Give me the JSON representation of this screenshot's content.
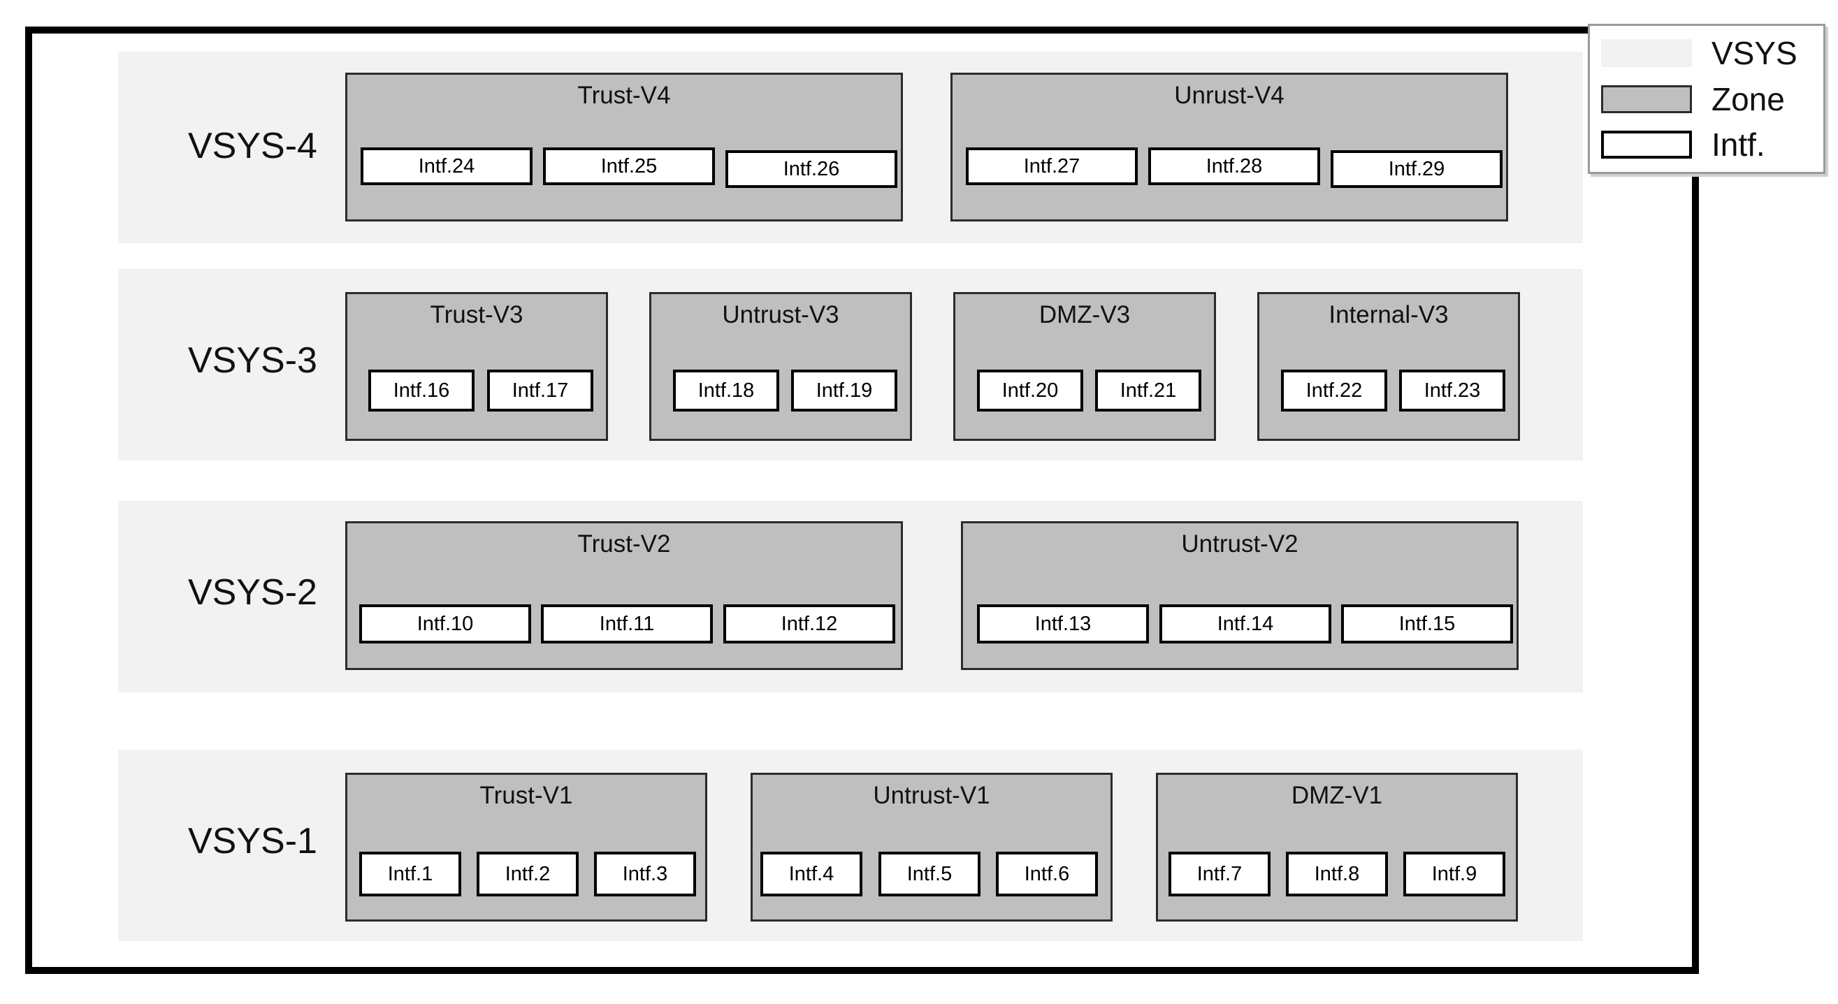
{
  "vsys": [
    {
      "label": "VSYS-4",
      "zones": [
        {
          "name": "Trust-V4",
          "interfaces": [
            "Intf.24",
            "Intf.25",
            "Intf.26"
          ]
        },
        {
          "name": "Unrust-V4",
          "interfaces": [
            "Intf.27",
            "Intf.28",
            "Intf.29"
          ]
        }
      ]
    },
    {
      "label": "VSYS-3",
      "zones": [
        {
          "name": "Trust-V3",
          "interfaces": [
            "Intf.16",
            "Intf.17"
          ]
        },
        {
          "name": "Untrust-V3",
          "interfaces": [
            "Intf.18",
            "Intf.19"
          ]
        },
        {
          "name": "DMZ-V3",
          "interfaces": [
            "Intf.20",
            "Intf.21"
          ]
        },
        {
          "name": "Internal-V3",
          "interfaces": [
            "Intf.22",
            "Intf.23"
          ]
        }
      ]
    },
    {
      "label": "VSYS-2",
      "zones": [
        {
          "name": "Trust-V2",
          "interfaces": [
            "Intf.10",
            "Intf.11",
            "Intf.12"
          ]
        },
        {
          "name": "Untrust-V2",
          "interfaces": [
            "Intf.13",
            "Intf.14",
            "Intf.15"
          ]
        }
      ]
    },
    {
      "label": "VSYS-1",
      "zones": [
        {
          "name": "Trust-V1",
          "interfaces": [
            "Intf.1",
            "Intf.2",
            "Intf.3"
          ]
        },
        {
          "name": "Untrust-V1",
          "interfaces": [
            "Intf.4",
            "Intf.5",
            "Intf.6"
          ]
        },
        {
          "name": "DMZ-V1",
          "interfaces": [
            "Intf.7",
            "Intf.8",
            "Intf.9"
          ]
        }
      ]
    }
  ],
  "legend": {
    "items": [
      {
        "label": "VSYS",
        "color": "#f2f2f2"
      },
      {
        "label": "Zone",
        "color": "#bfbfbf"
      },
      {
        "label": "Intf.",
        "color": "#ffffff"
      }
    ]
  }
}
